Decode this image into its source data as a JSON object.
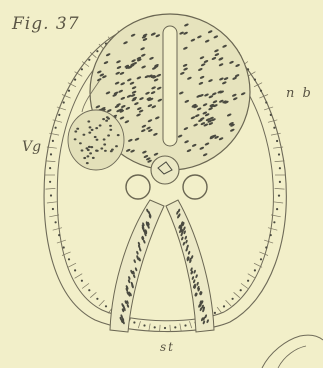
{
  "figure": {
    "title": "Fig. 37",
    "labels": {
      "nb": "n b",
      "vg": "Vg",
      "st": "st"
    }
  },
  "colors": {
    "paper": "#f2efc9",
    "ink": "#5a5545",
    "tissue": "#e9e6c2",
    "nuclei": "#4a4a40"
  }
}
